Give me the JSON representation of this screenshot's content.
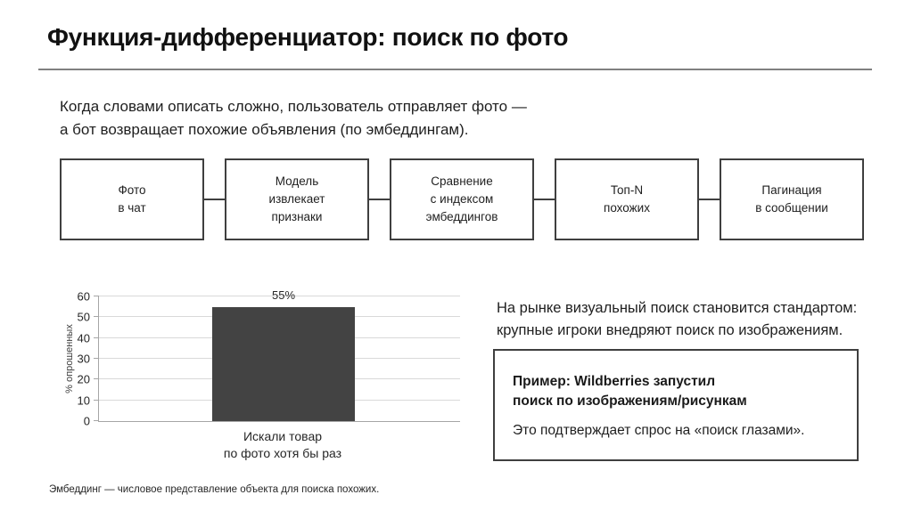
{
  "colors": {
    "bar": "#434343",
    "box_border": "#3f3f3f",
    "divider": "#808080",
    "gridline": "#d9d9d9",
    "axis": "#a6a6a6",
    "text": "#1f1f1f"
  },
  "slide": {
    "title": "Функция-дифференциатор: поиск по фото",
    "intro_line1": "Когда словами описать сложно, пользователь отправляет фото —",
    "intro_line2": "а бот возвращает похожие объявления (по эмбеддингам).",
    "footnote": "Эмбеддинг — числовое представление объекта для поиска похожих."
  },
  "flow": {
    "steps": [
      "Фото\nв чат",
      "Модель\nизвлекает\nпризнаки",
      "Сравнение\nс индексом\nэмбеддингов",
      "Топ-N\nпохожих",
      "Пагинация\nв сообщении"
    ]
  },
  "market": {
    "line1": "На рынке визуальный поиск становится стандартом:",
    "line2": "крупные игроки внедряют поиск по изображениям."
  },
  "example_box": {
    "heading_line1": "Пример: Wildberries запустил",
    "heading_line2": "поиск по изображениям/рисункам",
    "body": "Это подтверждает спрос на «поиск глазами»."
  },
  "chart_data": {
    "type": "bar",
    "categories": [
      "Искали товар\nпо фото хотя бы раз"
    ],
    "values": [
      55
    ],
    "data_labels": [
      "55%"
    ],
    "title": "",
    "xlabel": "",
    "ylabel": "% опрошенных",
    "ylim": [
      0,
      60
    ],
    "ytick_step": 10,
    "grid": true,
    "legend": false
  }
}
